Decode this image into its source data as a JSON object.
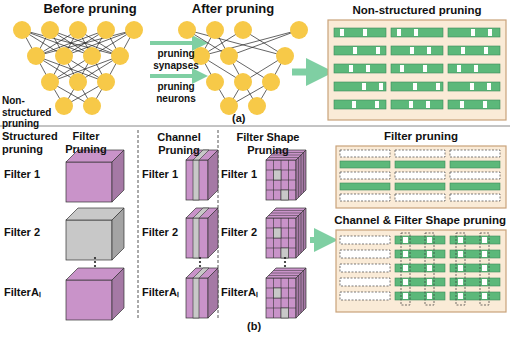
{
  "diagram": {
    "nodes": [
      {
        "text": [
          "Non-structured pruning"
        ]
      },
      {
        "text": [
          "Filter pruning"
        ]
      },
      {
        "text": [
          "Channel & Filter Shape pruning"
        ]
      }
    ],
    "labels": [
      "Before pruning",
      "After pruning",
      "pruning synapses",
      "pruning neurons",
      "Non-structured pruning",
      "(a)",
      "Structured pruning",
      "Filter Pruning",
      "Channel Pruning",
      "Filter Shape Pruning",
      "Filter 1",
      "Filter 2",
      "FilterAₗ",
      "Filter 1",
      "Filter 2",
      "FilterAₗ",
      "Filter 1",
      "Filter 2",
      "FilterAₗ",
      "(b)"
    ]
  }
}
